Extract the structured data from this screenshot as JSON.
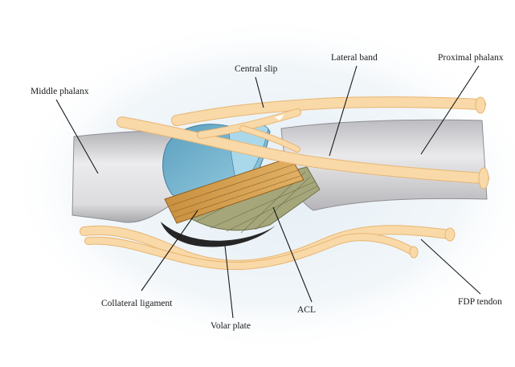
{
  "labels": {
    "middle_phalanx": "Middle phalanx",
    "central_slip": "Central slip",
    "lateral_band": "Lateral band",
    "proximal_phalanx": "Proximal phalanx",
    "collateral_ligament": "Collateral ligament",
    "volar_plate": "Volar plate",
    "acl": "ACL",
    "fdp_tendon": "FDP tendon"
  },
  "colors": {
    "bone": "#d6d6d8",
    "bone_dark": "#a9a9ad",
    "tendon": "#f9d9a8",
    "tendon_edge": "#e8b571",
    "joint_blue": "#6fb3cf",
    "collateral_ligament": "#cf9a46",
    "acl_green": "#a7a77a",
    "volar_plate": "#2b2b2b",
    "halo": "#eef4f8"
  }
}
